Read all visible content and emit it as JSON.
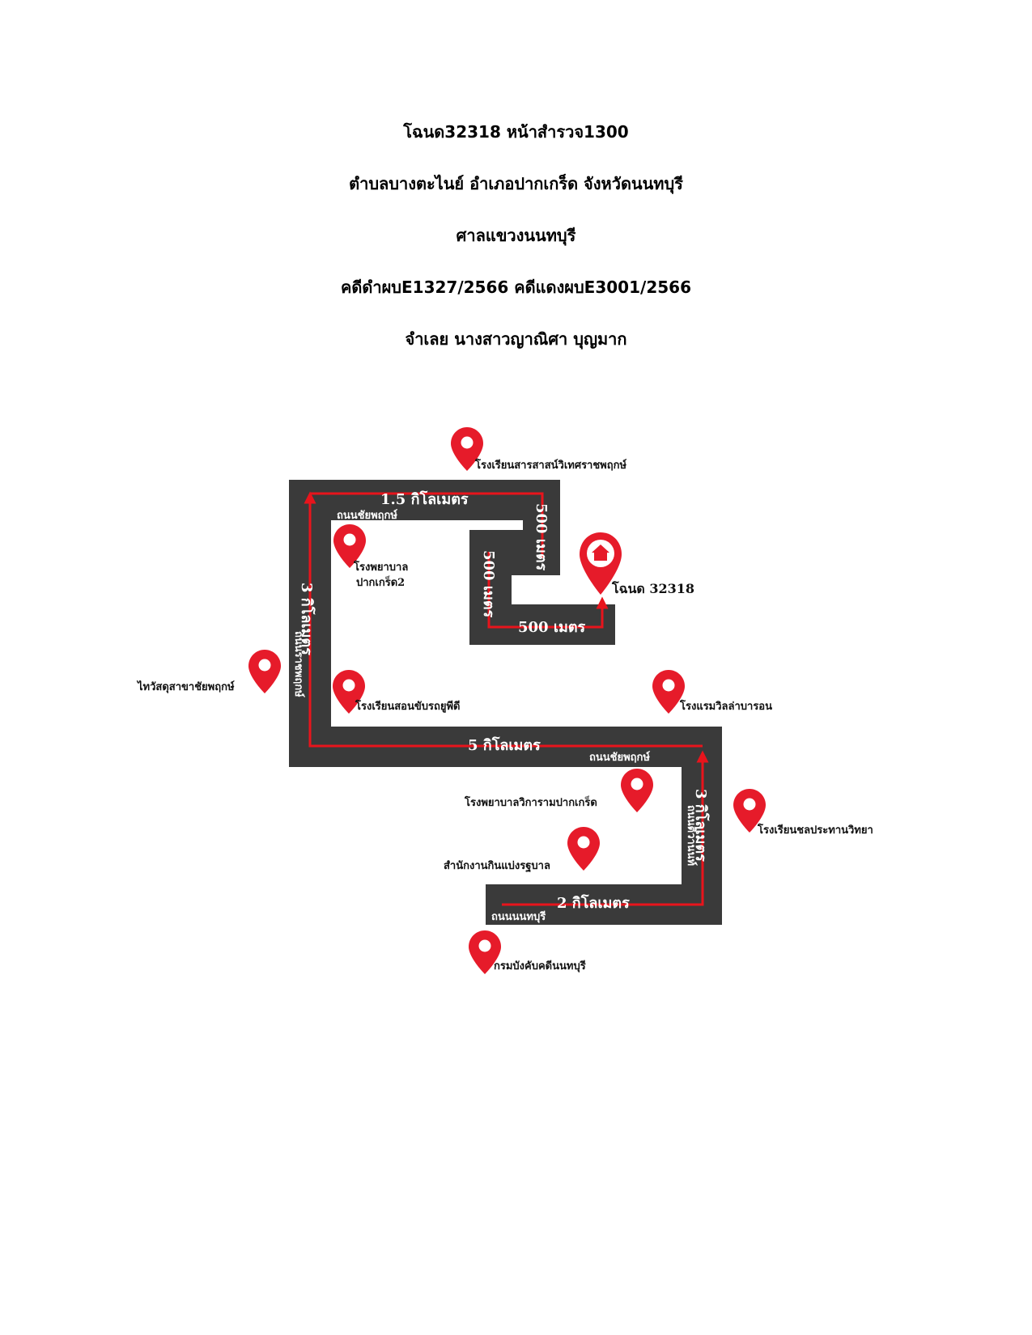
{
  "header": {
    "lines": [
      "โฉนด32318 หน้าสำรวจ1300",
      "ตำบลบางตะไนย์  อำเภอปากเกร็ด จังหวัดนนทบุรี",
      "ศาลแขวงนนทบุรี",
      "คดีดำผบE1327/2566 คดีแดงผบE3001/2566",
      "จำเลย นางสาวญาณิศา บุญมาก"
    ]
  },
  "map": {
    "colors": {
      "road": "#3a3a3a",
      "route": "#e8141c",
      "pin": "#e61b2a",
      "text": "#111111"
    },
    "distances": {
      "top": "1.5 กิโลเมตร",
      "left": "3 กิโลเมตร",
      "middle": "5 กิโลเมตร",
      "right": "3 กิโลเมตร",
      "bottom": "2 กิโลเมตร",
      "inner_top": "500 เมตร",
      "inner_left": "500 เมตร",
      "inner_bottom": "500 เมตร"
    },
    "streets": {
      "top": "ถนนชัยพฤกษ์",
      "left": "ถนนราชพฤกษ์",
      "middle": "ถนนชัยพฤกษ์",
      "right": "ถนนติวานนท์",
      "bottom": "ถนนนนทบุรี"
    },
    "home": {
      "label": "โฉนด 32318",
      "icon": "home-icon"
    },
    "pois": [
      {
        "label": "โรงเรียนสารสาสน์วิเทศราชพฤกษ์",
        "icon": "location-pin-icon"
      },
      {
        "label": "โรงพยาบาล",
        "label2": "ปากเกร็ด2",
        "icon": "location-pin-icon"
      },
      {
        "label": "ไทวัสดุสาขาชัยพฤกษ์",
        "icon": "location-pin-icon"
      },
      {
        "label": "โรงเรียนสอนขับรถยูพีดี",
        "icon": "location-pin-icon"
      },
      {
        "label": "โรงแรมวิลล่าบารอน",
        "icon": "location-pin-icon"
      },
      {
        "label": "โรงพยาบาลวิการามปากเกร็ด",
        "icon": "location-pin-icon"
      },
      {
        "label": "โรงเรียนชลประทานวิทยา",
        "icon": "location-pin-icon"
      },
      {
        "label": "สำนักงานกินแบ่งรฐบาล",
        "icon": "location-pin-icon"
      },
      {
        "label": "กรมบังคับคดีนนทบุรี",
        "icon": "location-pin-icon"
      }
    ]
  }
}
